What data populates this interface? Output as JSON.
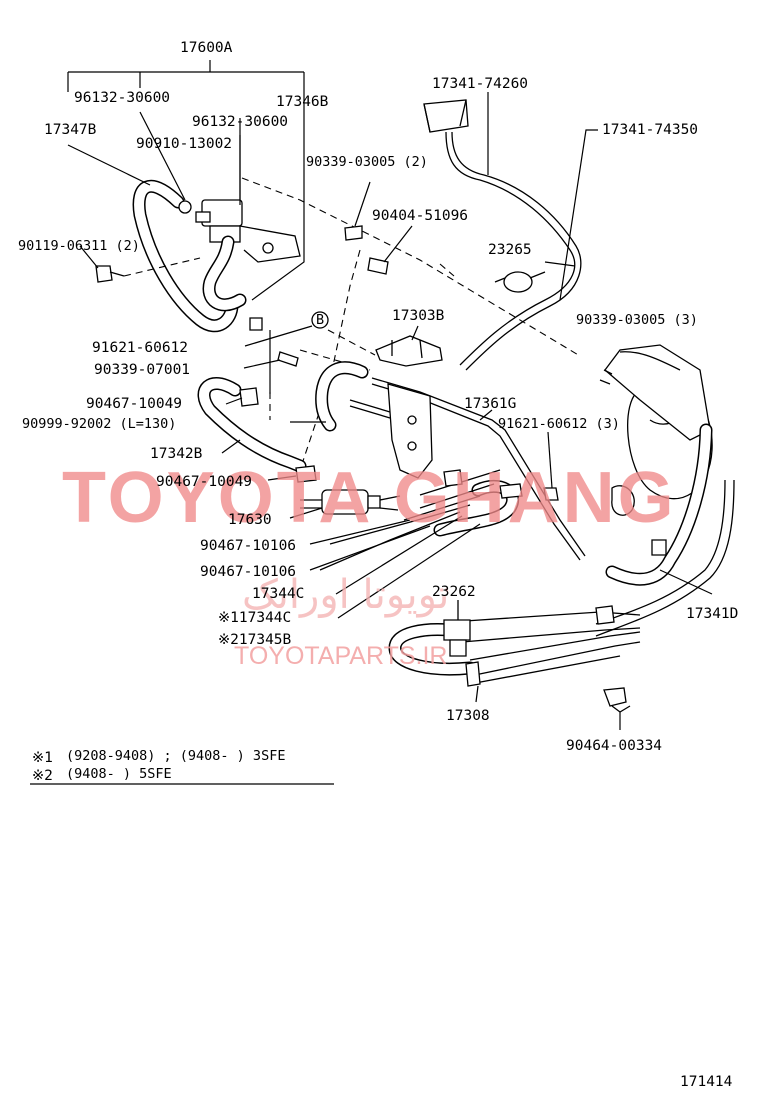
{
  "labels": {
    "p17600A": "17600A",
    "p96132_30600_a": "96132-30600",
    "p96132_30600_b": "96132-30600",
    "p17346B": "17346B",
    "p17347B": "17347B",
    "p90910_13002": "90910-13002",
    "p90339_03005_2": "90339-03005 (2)",
    "p90404_51096": "90404-51096",
    "p90119_06311": "90119-06311 (2)",
    "p17341_74260": "17341-74260",
    "p17341_74350": "17341-74350",
    "p23265": "23265",
    "p90339_03005_3": "90339-03005 (3)",
    "p17303B": "17303B",
    "p91621_60612": "91621-60612",
    "p90339_07001": "90339-07001",
    "p90467_10049_a": "90467-10049",
    "p90999_92002": "90999-92002 (L=130)",
    "p17361G": "17361G",
    "p91621_60612_3": "91621-60612 (3)",
    "p17342B": "17342B",
    "p90467_10049_b": "90467-10049",
    "p17630": "17630",
    "p90467_10106_a": "90467-10106",
    "p90467_10106_b": "90467-10106",
    "p17344C": "17344C",
    "p17344C_n1": "※117344C",
    "p17345B_n2": "※217345B",
    "p23262": "23262",
    "p17341D": "17341D",
    "p17308": "17308",
    "p90464_00334": "90464-00334",
    "circle_b": "B",
    "diagram_no": "171414"
  },
  "notes": {
    "n1_mark": "※1",
    "n1_text": "(9208-9408) ; (9408-        ) 3SFE",
    "n2_mark": "※2",
    "n2_text": "(9408-        ) 5SFE"
  },
  "watermark": {
    "main": "TOYOTA GHANG",
    "arabic": "تويوتا اورانک",
    "url": "TOYOTAPARTS.IR"
  },
  "colors": {
    "line": "#000000",
    "watermark": "#f08a8a"
  }
}
